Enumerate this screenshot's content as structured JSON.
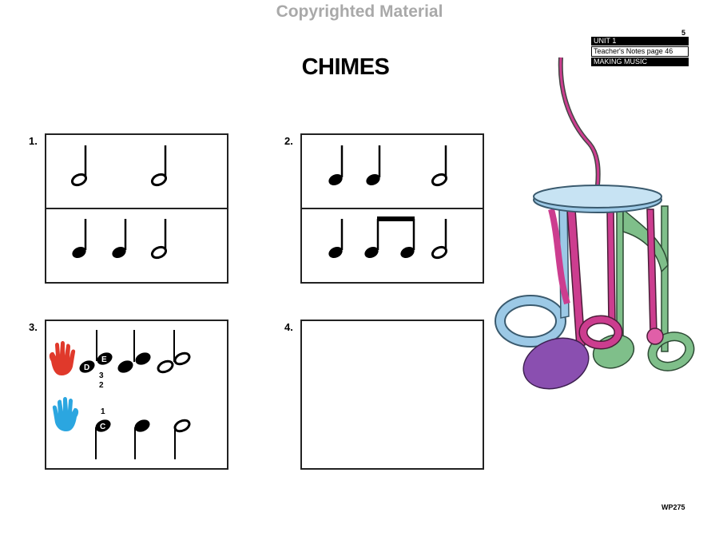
{
  "watermark": "Copyrighted Material",
  "page_number": "5",
  "unit_box": {
    "unit": "UNIT 1",
    "teacher_notes": "Teacher's Notes page 46",
    "section": "MAKING MUSIC"
  },
  "title": "CHIMES",
  "exercises": [
    {
      "number": "1."
    },
    {
      "number": "2."
    },
    {
      "number": "3.",
      "right_hand": {
        "note_labels": [
          "D",
          "E"
        ],
        "fingerings": [
          "3",
          "2"
        ]
      },
      "left_hand": {
        "note_labels": [
          "C"
        ],
        "fingerings": [
          "1"
        ]
      }
    },
    {
      "number": "4."
    }
  ],
  "colors": {
    "right_hand": "#e0392b",
    "left_hand": "#2ba6e0",
    "chime_pink": "#cc3d8f",
    "chime_green": "#7fbf8a",
    "chime_blue": "#9cc9e6",
    "chime_purple": "#8a4fb0"
  },
  "icons": [
    "right-hand-icon",
    "left-hand-icon",
    "wind-chime-illustration"
  ],
  "code": "WP275"
}
